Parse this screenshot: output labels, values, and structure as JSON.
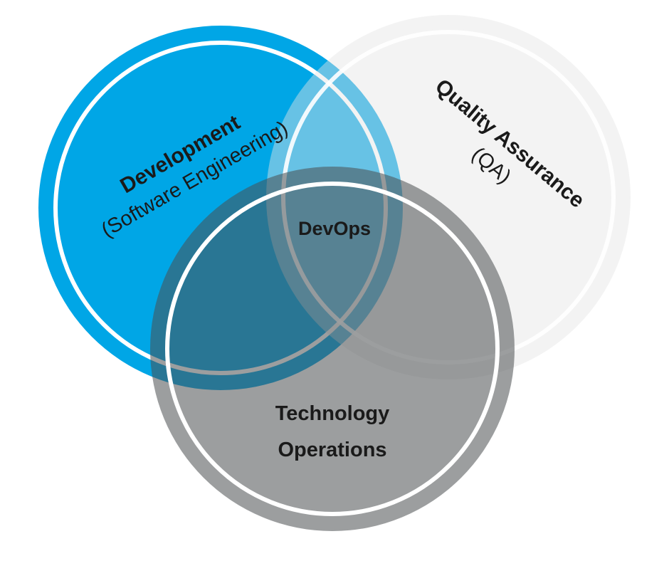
{
  "diagram": {
    "circles": [
      {
        "id": "development",
        "title": "Development",
        "subtitle": "(Software Engineering)",
        "fill": "#00a6e6",
        "fill_opacity": 1.0
      },
      {
        "id": "qa",
        "title": "Quality Assurance",
        "subtitle": "(QA)",
        "fill": "#e6e6e6",
        "fill_opacity": 0.45
      },
      {
        "id": "operations",
        "title": "Technology",
        "subtitle": "Operations",
        "fill": "#4d5052",
        "fill_opacity": 0.55
      }
    ],
    "center_label": "DevOps"
  }
}
